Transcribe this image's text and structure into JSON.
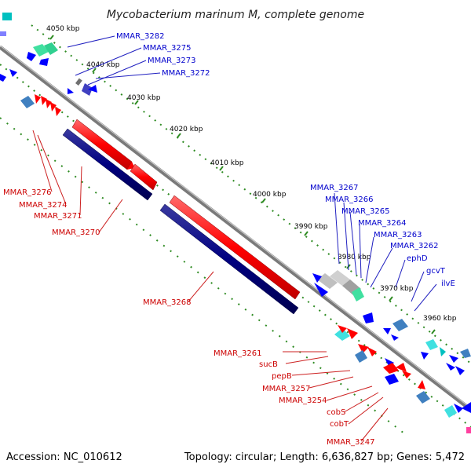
{
  "title": "Mycobacterium marinum M, complete genome",
  "footer": {
    "accession": "Accession: NC_010612",
    "summary": "Topology: circular; Length: 6,636,827 bp; Genes: 5,472"
  },
  "colors": {
    "forward": "#ff0000",
    "reverse": "#000080",
    "label_forward": "#cc0000",
    "label_reverse": "#0000cc",
    "backbone": "#888888",
    "tick": "#2e8b22"
  },
  "ticks": [
    {
      "label": "4050 kbp"
    },
    {
      "label": "4040 kbp"
    },
    {
      "label": "4030 kbp"
    },
    {
      "label": "4020 kbp"
    },
    {
      "label": "4010 kbp"
    },
    {
      "label": "4000 kbp"
    },
    {
      "label": "3990 kbp"
    },
    {
      "label": "3980 kbp"
    },
    {
      "label": "3970 kbp"
    },
    {
      "label": "3960 kbp"
    }
  ],
  "labels_reverse": [
    "MMAR_3282",
    "MMAR_3275",
    "MMAR_3273",
    "MMAR_3272",
    "MMAR_3267",
    "MMAR_3266",
    "MMAR_3265",
    "MMAR_3264",
    "MMAR_3263",
    "MMAR_3262",
    "ephD",
    "gcvT",
    "ilvE"
  ],
  "labels_forward": [
    "MMAR_3276",
    "MMAR_3274",
    "MMAR_3271",
    "MMAR_3270",
    "MMAR_3268",
    "MMAR_3261",
    "sucB",
    "pepB",
    "MMAR_3257",
    "MMAR_3254",
    "cobS",
    "cobT",
    "MMAR_3247"
  ]
}
